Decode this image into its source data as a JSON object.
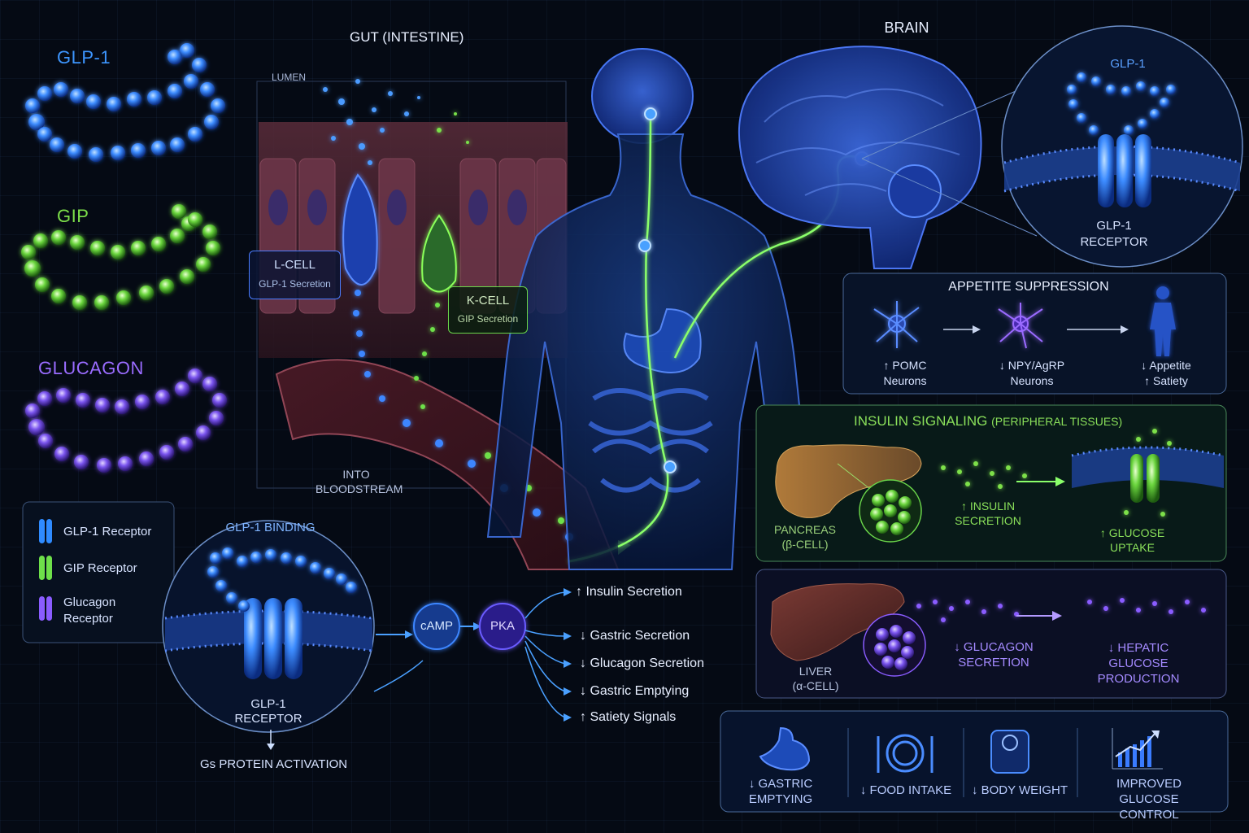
{
  "molecules": {
    "glp1": {
      "label": "GLP-1",
      "color": "#2f8bff"
    },
    "gip": {
      "label": "GIP",
      "color": "#6ee04a"
    },
    "glucagon": {
      "label": "GLUCAGON",
      "color": "#8a5cff"
    }
  },
  "legend": {
    "items": [
      {
        "label": "GLP-1 Receptor"
      },
      {
        "label": "GIP Receptor"
      },
      {
        "label": "Glucagon",
        "label2": "Receptor"
      }
    ]
  },
  "gut": {
    "title": "GUT (INTESTINE)",
    "lumen": "LUMEN",
    "lcell": {
      "title": "L-CELL",
      "sub": "GLP-1 Secretion"
    },
    "kcell": {
      "title": "K-CELL",
      "sub": "GIP Secretion"
    },
    "blood": {
      "line1": "INTO",
      "line2": "BLOODSTREAM"
    }
  },
  "binding": {
    "title": "GLP-1 BINDING",
    "receptor1": "GLP-1",
    "receptor2": "RECEPTOR",
    "gs": "Gs PROTEIN ACTIVATION",
    "camp": "cAMP",
    "pka": "PKA",
    "effects": [
      "↑ Insulin Secretion",
      "↓ Gastric Secretion",
      "↓ Glucagon Secretion",
      "↓ Gastric Emptying",
      "↑ Satiety Signals"
    ]
  },
  "brain": {
    "title": "BRAIN",
    "inset_glp1": "GLP-1",
    "inset_rec1": "GLP-1",
    "inset_rec2": "RECEPTOR"
  },
  "appetite": {
    "title": "APPETITE SUPPRESSION",
    "a1": "↑ POMC",
    "a2": "Neurons",
    "b1": "↓ NPY/AgRP",
    "b2": "Neurons",
    "c1": "↓ Appetite",
    "c2": "↑ Satiety"
  },
  "insulin": {
    "title": "INSULIN SIGNALING",
    "title_sub": "(PERIPHERAL TISSUES)",
    "pancreas1": "PANCREAS",
    "pancreas2": "(β-CELL)",
    "sec1": "↑ INSULIN",
    "sec2": "SECRETION",
    "up1": "↑ GLUCOSE",
    "up2": "UPTAKE"
  },
  "liver": {
    "liver1": "LIVER",
    "liver2": "(α-CELL)",
    "g1": "↓ GLUCAGON",
    "g2": "SECRETION",
    "h1": "↓ HEPATIC",
    "h2": "GLUCOSE",
    "h3": "PRODUCTION"
  },
  "outcomes": {
    "o1a": "↓ GASTRIC",
    "o1b": "EMPTYING",
    "o2": "↓ FOOD INTAKE",
    "o3": "↓ BODY WEIGHT",
    "o4a": "IMPROVED",
    "o4b": "GLUCOSE CONTROL"
  },
  "colors": {
    "blue": "#2f8bff",
    "green": "#6ee04a",
    "purple": "#8a5cff",
    "panel_border": "#5a7fb0",
    "text": "#d7e3ff"
  }
}
